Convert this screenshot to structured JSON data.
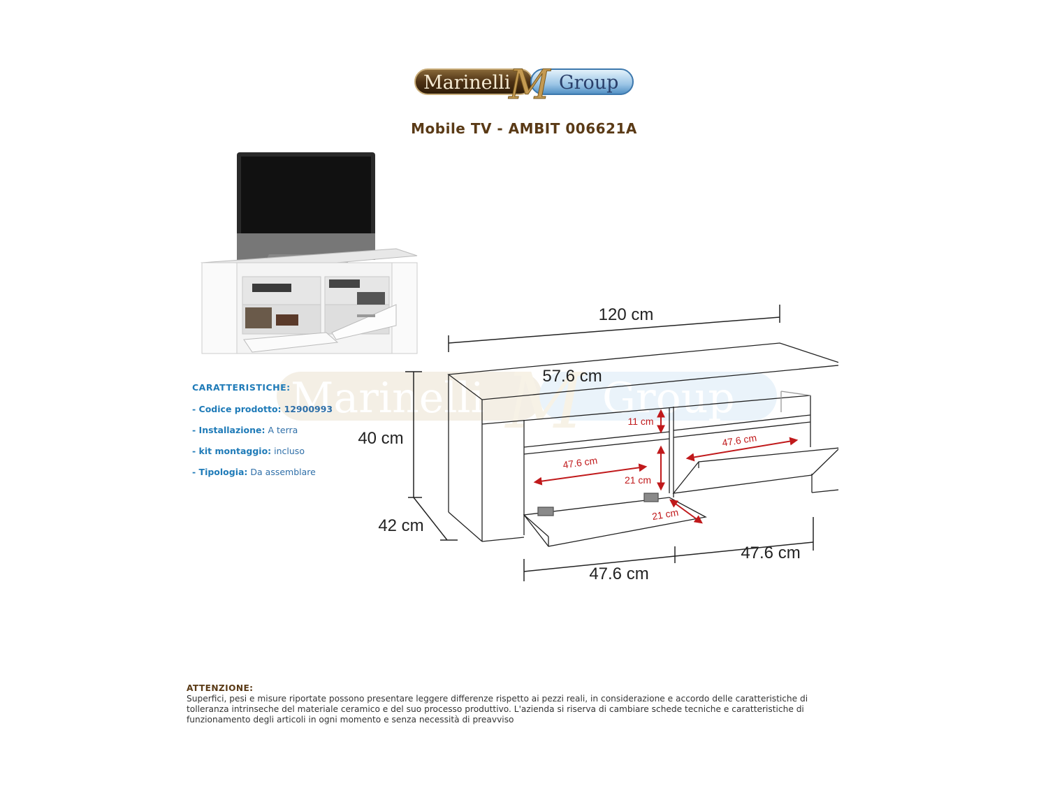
{
  "brand": {
    "logo_text": "Marinelli Group",
    "logo_left": "Marinelli",
    "logo_right": "Group",
    "logo_mark": "M"
  },
  "title": "Mobile TV - AMBIT 006621A",
  "features": {
    "heading": "CARATTERISTICHE:",
    "items": [
      {
        "key": "- Codice prodotto:",
        "value": "12900993",
        "value_bold": true
      },
      {
        "key": "- Installazione:",
        "value": "A terra",
        "value_bold": false
      },
      {
        "key": "- kit montaggio:",
        "value": "incluso",
        "value_bold": false
      },
      {
        "key": "- Tipologia:",
        "value": "Da assemblare",
        "value_bold": false
      }
    ]
  },
  "dimensions": {
    "width": "120 cm",
    "inner_width": "57.6 cm",
    "height": "40 cm",
    "depth": "42 cm",
    "shelf_height": "11 cm",
    "shelf_width_right": "47.6 cm",
    "shelf_width_left": "47.6 cm",
    "compartment_height": "21 cm",
    "door_depth": "21 cm",
    "door_width_left": "47.6 cm",
    "door_width_right": "47.6 cm"
  },
  "notice": {
    "title": "ATTENZIONE:",
    "lines": [
      "Superfici, pesi e misure riportate possono presentare leggere differenze rispetto ai pezzi reali, in considerazione e accordo delle caratteristiche di",
      "tolleranza intrinseche del materiale ceramico e del suo processo produttivo. L'azienda si riserva di cambiare schede tecniche e caratteristiche di",
      "funzionamento degli articoli in ogni momento e senza necessità di preavviso"
    ]
  },
  "colors": {
    "brand_brown": "#5a3a16",
    "feature_blue": "#1f7bb8",
    "arrow_red": "#c0191b"
  }
}
